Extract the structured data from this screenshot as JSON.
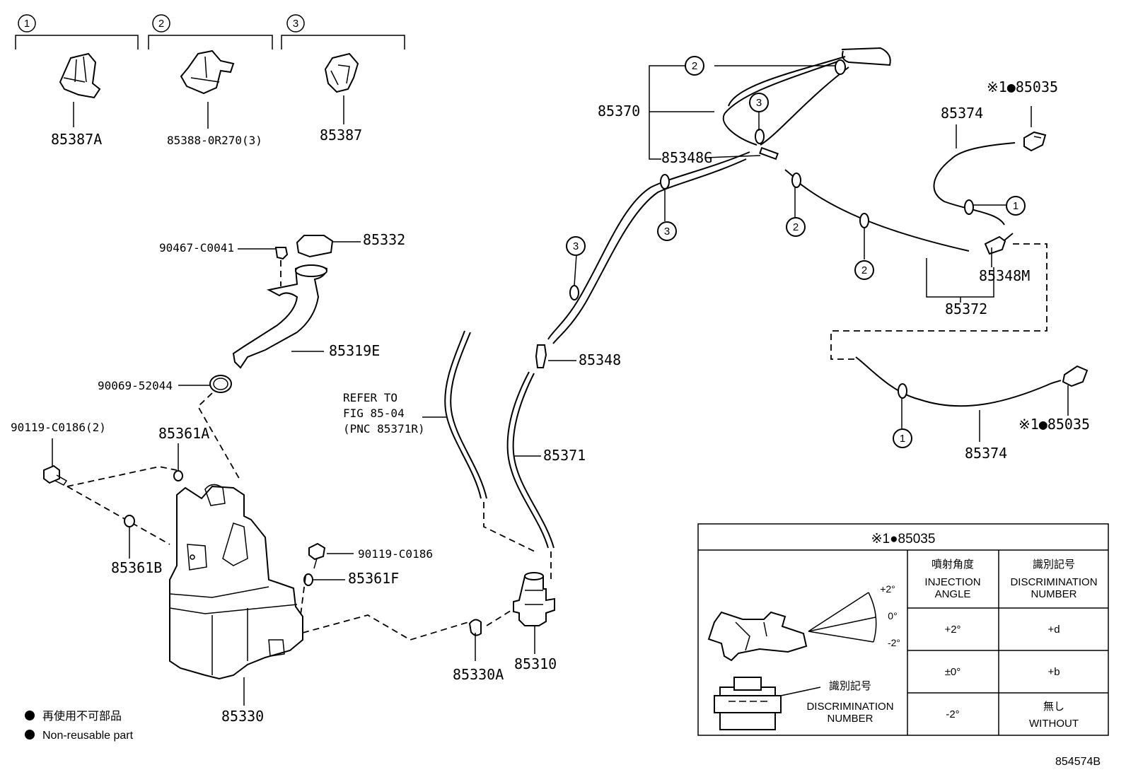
{
  "clip_refs": [
    {
      "num": "1",
      "part": "85387A"
    },
    {
      "num": "2",
      "part": "85388-0R270(3)"
    },
    {
      "num": "3",
      "part": "85387"
    }
  ],
  "labels": {
    "p85370": "85370",
    "p85348G": "85348G",
    "p85035_top": "※1●85035",
    "p85374_top": "85374",
    "p85348M": "85348M",
    "p85372": "85372",
    "p85035_bot": "※1●85035",
    "p85374_bot": "85374",
    "p90467": "90467-C0041",
    "p85332": "85332",
    "p85319E": "85319E",
    "p90069": "90069-52044",
    "p90119_2": "90119-C0186(2)",
    "p85361A": "85361A",
    "p85361B": "85361B",
    "p90119": "90119-C0186",
    "p85361F": "85361F",
    "p85330": "85330",
    "p85330A": "85330A",
    "p85310": "85310",
    "p85348": "85348",
    "p85371": "85371",
    "refer_line1": "REFER TO",
    "refer_line2": "FIG 85-04",
    "refer_line3": "(PNC 85371R)"
  },
  "callouts": {
    "c2_top": "2",
    "c3_top": "3",
    "c3_mid": "3",
    "c2_mid": "2",
    "c2_low": "2",
    "c3_left": "3",
    "c1_top": "1",
    "c1_bot": "1"
  },
  "legend": {
    "jp": "再使用不可部品",
    "en": "Non-reusable part"
  },
  "table": {
    "title": "※1●85035",
    "col1_jp": "噴射角度",
    "col1_en_1": "INJECTION",
    "col1_en_2": "ANGLE",
    "col2_jp": "識別記号",
    "col2_en_1": "DISCRIMINATION",
    "col2_en_2": "NUMBER",
    "rows": [
      {
        "angle": "+2°",
        "mark": "+d"
      },
      {
        "angle": "±0°",
        "mark": "+b"
      },
      {
        "angle": "-2°",
        "mark_jp": "無し",
        "mark_en": "WITHOUT"
      }
    ],
    "angle_marks": [
      "+2°",
      "0°",
      "-2°"
    ],
    "disc_jp": "識別記号",
    "disc_en_1": "DISCRIMINATION",
    "disc_en_2": "NUMBER"
  },
  "figure_id": "854574B"
}
